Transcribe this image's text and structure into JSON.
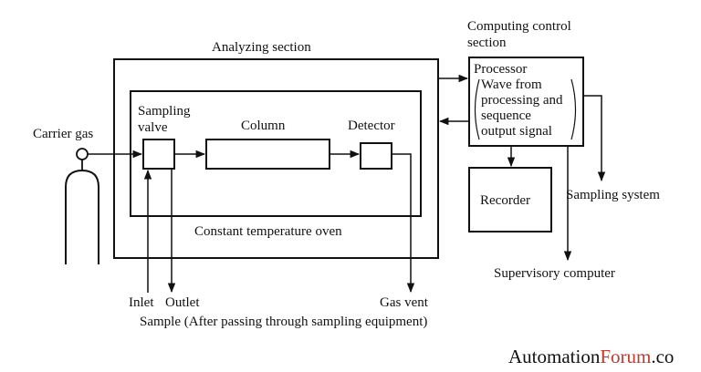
{
  "colors": {
    "ink": "#111111",
    "watermark_red": "#c0392b"
  },
  "labels": {
    "analyzing_section": "Analyzing section",
    "computing_control_line1": "Computing control",
    "computing_control_line2": "section",
    "processor": "Processor",
    "processor_desc_1": "Wave from",
    "processor_desc_2": "processing and",
    "processor_desc_3": "sequence",
    "processor_desc_4": "output signal",
    "carrier_gas": "Carrier gas",
    "sampling_valve_line1": "Sampling",
    "sampling_valve_line2": "valve",
    "column": "Column",
    "detector": "Detector",
    "oven": "Constant temperature oven",
    "recorder": "Recorder",
    "sampling_system": "Sampling system",
    "supervisory_computer": "Supervisory computer",
    "inlet": "Inlet",
    "outlet": "Outlet",
    "gas_vent": "Gas vent",
    "sample_note": "Sample (After passing through sampling equipment)"
  },
  "watermark": {
    "part1": "Automation",
    "part2": "Forum",
    "part3": ".co"
  }
}
